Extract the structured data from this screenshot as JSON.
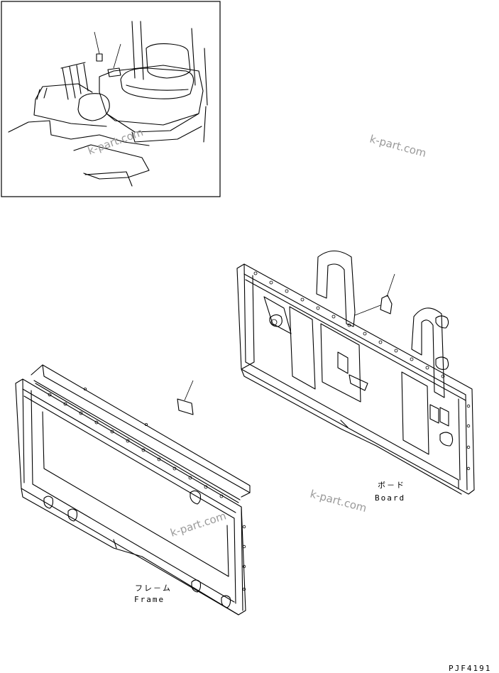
{
  "labels": {
    "board_jp": "ボ－ド",
    "board_en": "Board",
    "frame_jp": "フレ－ム",
    "frame_en": "Frame"
  },
  "drawing_code": "PJF4191",
  "watermark": "k-part.com"
}
